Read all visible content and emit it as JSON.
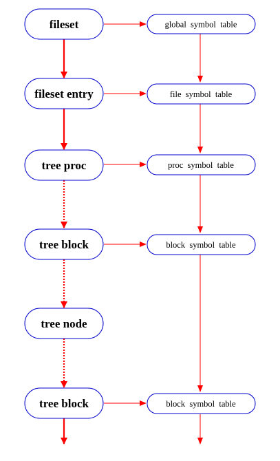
{
  "colors": {
    "node_border": "#0000cc",
    "arrow": "#ff0000",
    "text": "#000000",
    "background": "#ffffff"
  },
  "left_nodes": [
    {
      "label": "fileset"
    },
    {
      "label": "fileset entry"
    },
    {
      "label": "tree proc"
    },
    {
      "label": "tree block"
    },
    {
      "label": "tree node"
    },
    {
      "label": "tree block"
    }
  ],
  "right_nodes": [
    {
      "label": "global  symbol  table"
    },
    {
      "label": "file  symbol  table"
    },
    {
      "label": "proc  symbol  table"
    },
    {
      "label": "block  symbol  table"
    },
    {
      "label": "block  symbol  table"
    }
  ],
  "left_links": [
    {
      "from": "fileset",
      "to": "fileset entry",
      "style": "solid"
    },
    {
      "from": "fileset entry",
      "to": "tree proc",
      "style": "solid"
    },
    {
      "from": "tree proc",
      "to": "tree block",
      "style": "dotted"
    },
    {
      "from": "tree block",
      "to": "tree node",
      "style": "dotted"
    },
    {
      "from": "tree node",
      "to": "tree block",
      "style": "dotted"
    },
    {
      "from": "tree block",
      "to": "",
      "style": "solid"
    }
  ],
  "cross_links": [
    {
      "from": "fileset",
      "to": "global  symbol  table"
    },
    {
      "from": "fileset entry",
      "to": "file  symbol  table"
    },
    {
      "from": "tree proc",
      "to": "proc  symbol  table"
    },
    {
      "from": "tree block",
      "to": "block  symbol  table"
    },
    {
      "from": "tree block",
      "to": "block  symbol  table"
    }
  ],
  "right_links": [
    {
      "from": "global  symbol  table",
      "to": "file  symbol  table"
    },
    {
      "from": "file  symbol  table",
      "to": "proc  symbol  table"
    },
    {
      "from": "proc  symbol  table",
      "to": "block  symbol  table"
    },
    {
      "from": "block  symbol  table",
      "to": "block  symbol  table"
    },
    {
      "from": "block  symbol  table",
      "to": ""
    }
  ]
}
